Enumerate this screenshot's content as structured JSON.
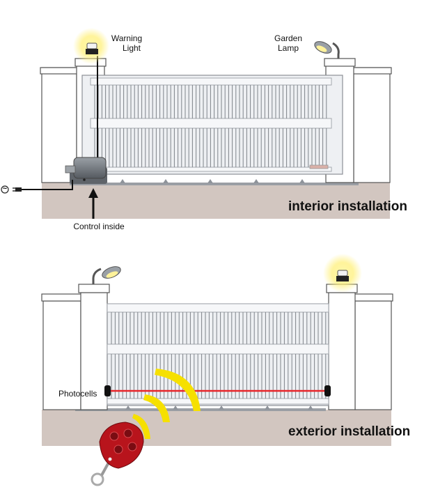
{
  "top": {
    "warning_light_line1": "Warning",
    "warning_light_line2": "Light",
    "garden_lamp_line1": "Garden",
    "garden_lamp_line2": "Lamp",
    "control_inside": "Control inside",
    "power_symbol": "~",
    "title": "interior installation"
  },
  "bottom": {
    "photocells": "Photocells",
    "title": "exterior installation"
  },
  "colors": {
    "ground": "#d2c6c0",
    "gate": "#eef0f3",
    "gate_stroke": "#8c9096",
    "beam": "#e8252a",
    "glow": "#fff07a",
    "signal": "#f6e000",
    "remote": "#b8141c",
    "motor": "#6e7378"
  },
  "icons": {
    "warning_light": "warning-light-icon",
    "garden_lamp": "garden-lamp-icon",
    "motor": "gate-motor-icon",
    "plug": "power-plug-icon",
    "remote": "remote-control-icon",
    "photocell": "photocell-icon"
  }
}
